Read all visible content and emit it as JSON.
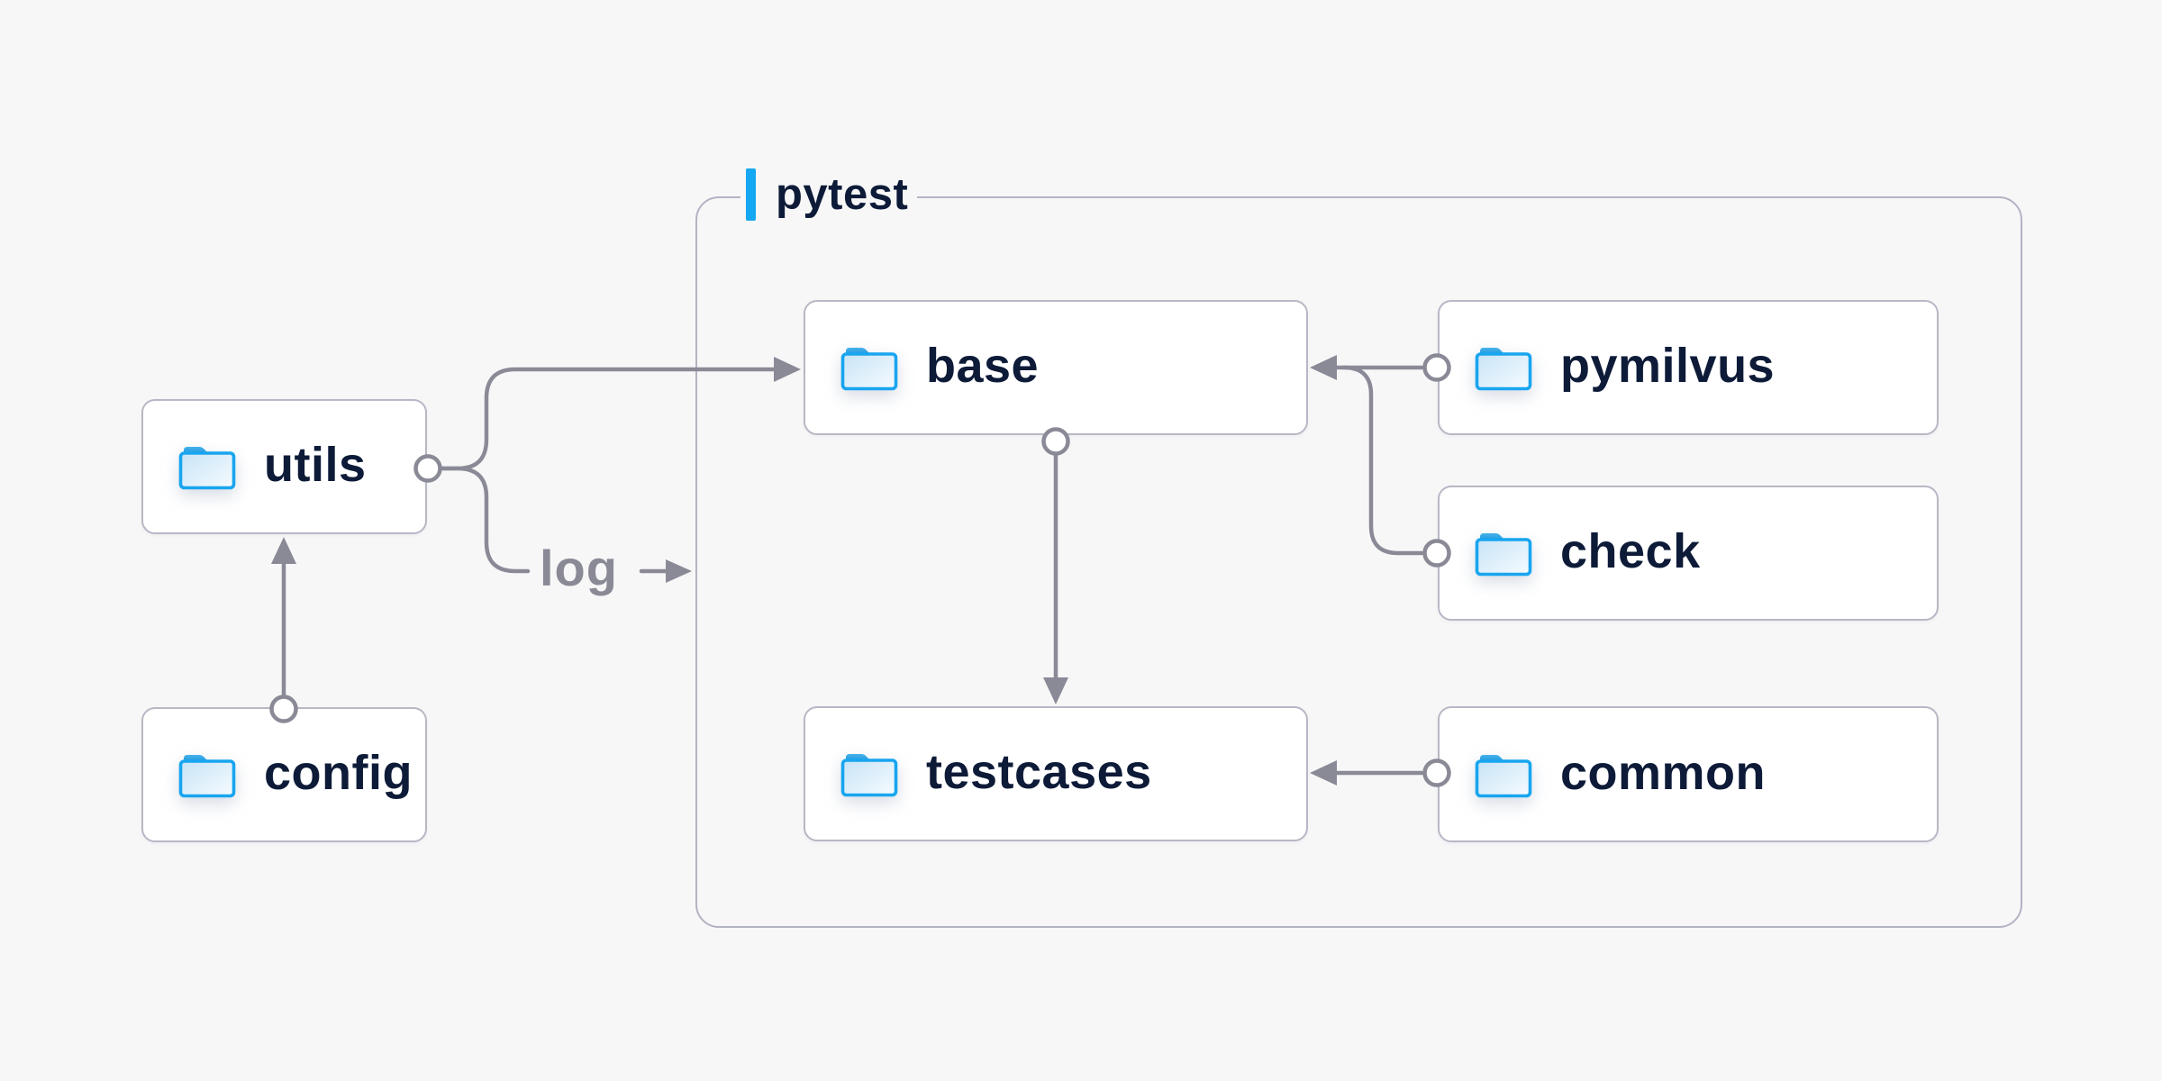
{
  "diagram": {
    "title_group": {
      "label": "pytest"
    },
    "nodes": {
      "utils": {
        "label": "utils"
      },
      "config": {
        "label": "config"
      },
      "base": {
        "label": "base"
      },
      "pymilvus": {
        "label": "pymilvus"
      },
      "check": {
        "label": "check"
      },
      "testcases": {
        "label": "testcases"
      },
      "common": {
        "label": "common"
      }
    },
    "annotations": {
      "log_label": "log"
    },
    "edges": [
      {
        "from": "config",
        "to": "utils",
        "type": "arrow"
      },
      {
        "from": "utils",
        "to": "base",
        "type": "arrow"
      },
      {
        "from": "utils",
        "to": "log",
        "type": "labeled-arrow",
        "label": "log"
      },
      {
        "from": "pymilvus",
        "to": "base",
        "type": "arrow"
      },
      {
        "from": "check",
        "to": "base",
        "type": "arrow-merge"
      },
      {
        "from": "base",
        "to": "testcases",
        "type": "arrow"
      },
      {
        "from": "common",
        "to": "testcases",
        "type": "arrow"
      }
    ],
    "colors": {
      "background": "#f7f7f8",
      "card_background": "#ffffff",
      "card_border": "#b7b8c5",
      "group_border": "#b3b4c2",
      "edge_gray": "#8a8a97",
      "text_navy": "#0d1b38",
      "accent_blue_bar": "#15a7f1",
      "folder_outline_blue": "#18a5ef",
      "folder_tab_blue": "#1e93da",
      "folder_fill_light": "#cbe6f8"
    }
  }
}
